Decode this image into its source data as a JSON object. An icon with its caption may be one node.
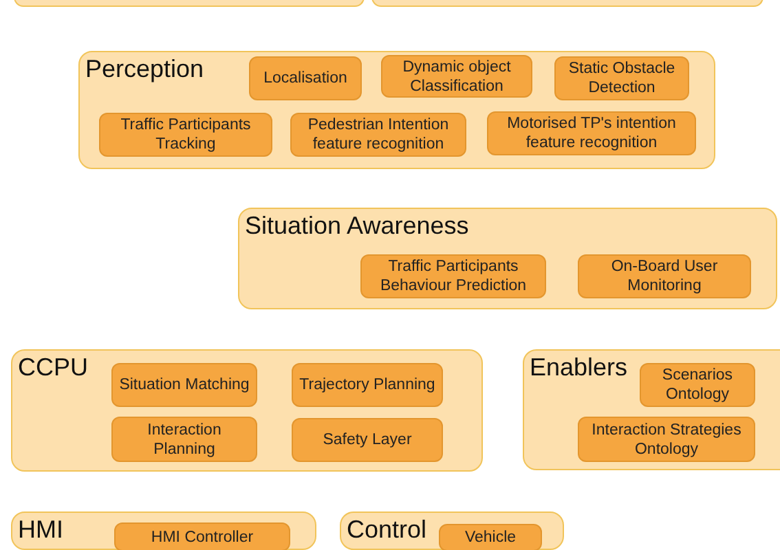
{
  "diagram": {
    "nodes": [
      {
        "text": [],
        "shape": "box"
      },
      {
        "text": [],
        "shape": "box"
      },
      {
        "text": [
          "Perception"
        ]
      },
      {
        "text": [
          "Localisation"
        ],
        "in": 2
      },
      {
        "text": [
          "Dynamic object Classification"
        ],
        "in": 2
      },
      {
        "text": [
          "Static Obstacle Detection"
        ],
        "in": 2
      },
      {
        "text": [
          "Traffic Participants Tracking"
        ],
        "in": 2
      },
      {
        "text": [
          "Pedestrian Intention feature recognition"
        ],
        "in": 2
      },
      {
        "text": [
          "Motorised TP's intention feature recognition"
        ],
        "in": 2
      },
      {
        "text": [
          "Situation Awareness"
        ]
      },
      {
        "text": [
          "Traffic Participants Behaviour Prediction"
        ],
        "in": 9
      },
      {
        "text": [
          "On-Board User Monitoring"
        ],
        "in": 9
      },
      {
        "text": [
          "CCPU"
        ]
      },
      {
        "text": [
          "Situation Matching"
        ],
        "in": 12
      },
      {
        "text": [
          "Trajectory Planning"
        ],
        "in": 12
      },
      {
        "text": [
          "Interaction Planning"
        ],
        "in": 12
      },
      {
        "text": [
          "Safety Layer"
        ],
        "in": 12
      },
      {
        "text": [
          "Enablers"
        ]
      },
      {
        "text": [
          "Scenarios Ontology"
        ],
        "in": 17
      },
      {
        "text": [
          "Interaction Strategies Ontology"
        ],
        "in": 17
      },
      {
        "text": [
          "HMI"
        ]
      },
      {
        "text": [
          "HMI Controller"
        ],
        "in": 20
      },
      {
        "text": [
          "Control"
        ]
      },
      {
        "text": [
          "Vehicle"
        ],
        "in": 22
      }
    ]
  }
}
